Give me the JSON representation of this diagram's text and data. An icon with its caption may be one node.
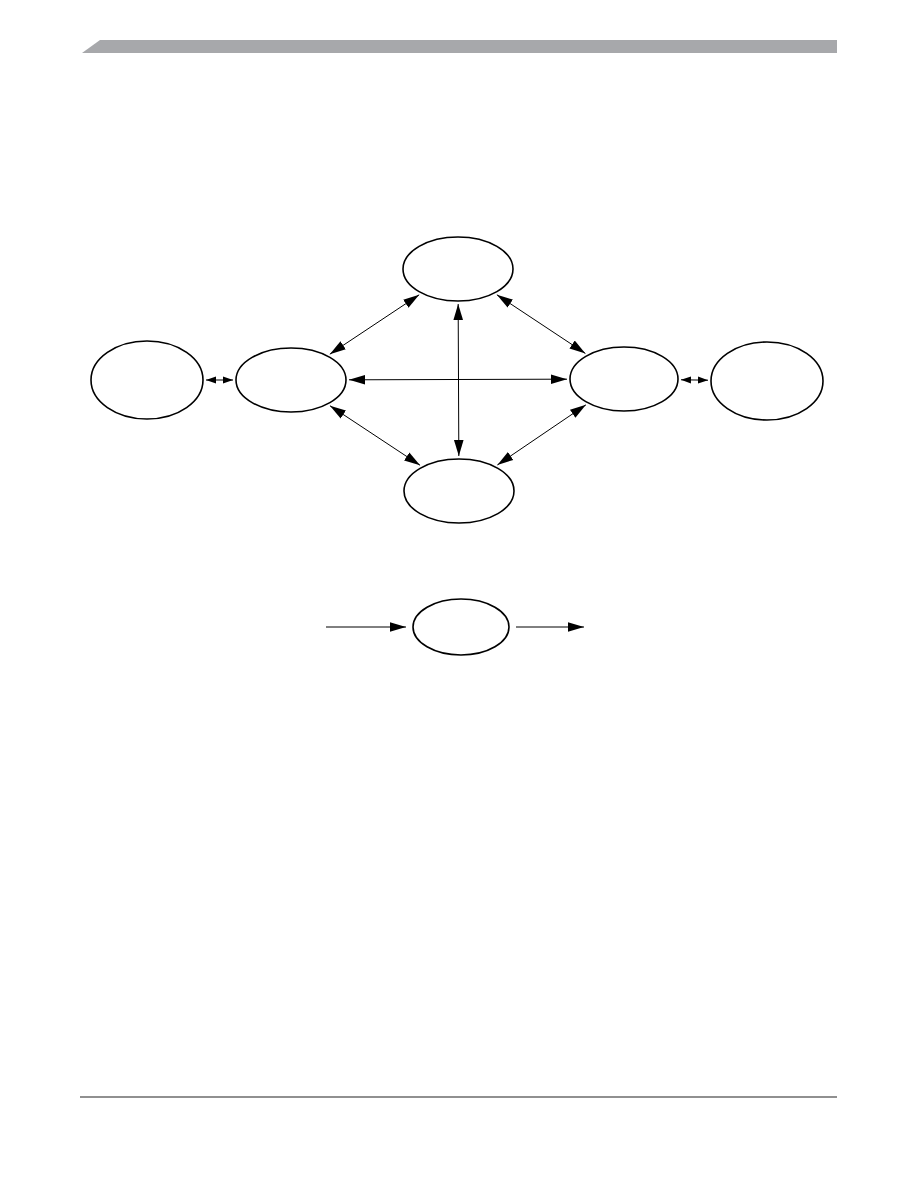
{
  "diagram": {
    "nodes": [
      {
        "text": [],
        "shape": "ellipse"
      },
      {
        "text": [],
        "shape": "ellipse"
      },
      {
        "text": [],
        "shape": "ellipse"
      },
      {
        "text": [],
        "shape": "ellipse"
      },
      {
        "text": [],
        "shape": "ellipse"
      },
      {
        "text": [],
        "shape": "ellipse"
      },
      {
        "text": [],
        "shape": "ellipse"
      }
    ],
    "edges": [
      {
        "from": 1,
        "to": 2,
        "arrow": "both"
      },
      {
        "from": 0,
        "to": 2,
        "arrow": "both"
      },
      {
        "from": 0,
        "to": 3,
        "arrow": "both"
      },
      {
        "from": 2,
        "to": 3,
        "arrow": "both"
      },
      {
        "from": 0,
        "to": 5,
        "arrow": "both"
      },
      {
        "from": 2,
        "to": 5,
        "arrow": "both"
      },
      {
        "from": 3,
        "to": 5,
        "arrow": "both"
      },
      {
        "from": 3,
        "to": 4,
        "arrow": "both"
      },
      {
        "from": null,
        "to": 6,
        "arrow": "to"
      },
      {
        "from": 6,
        "to": null,
        "arrow": "to"
      }
    ]
  }
}
